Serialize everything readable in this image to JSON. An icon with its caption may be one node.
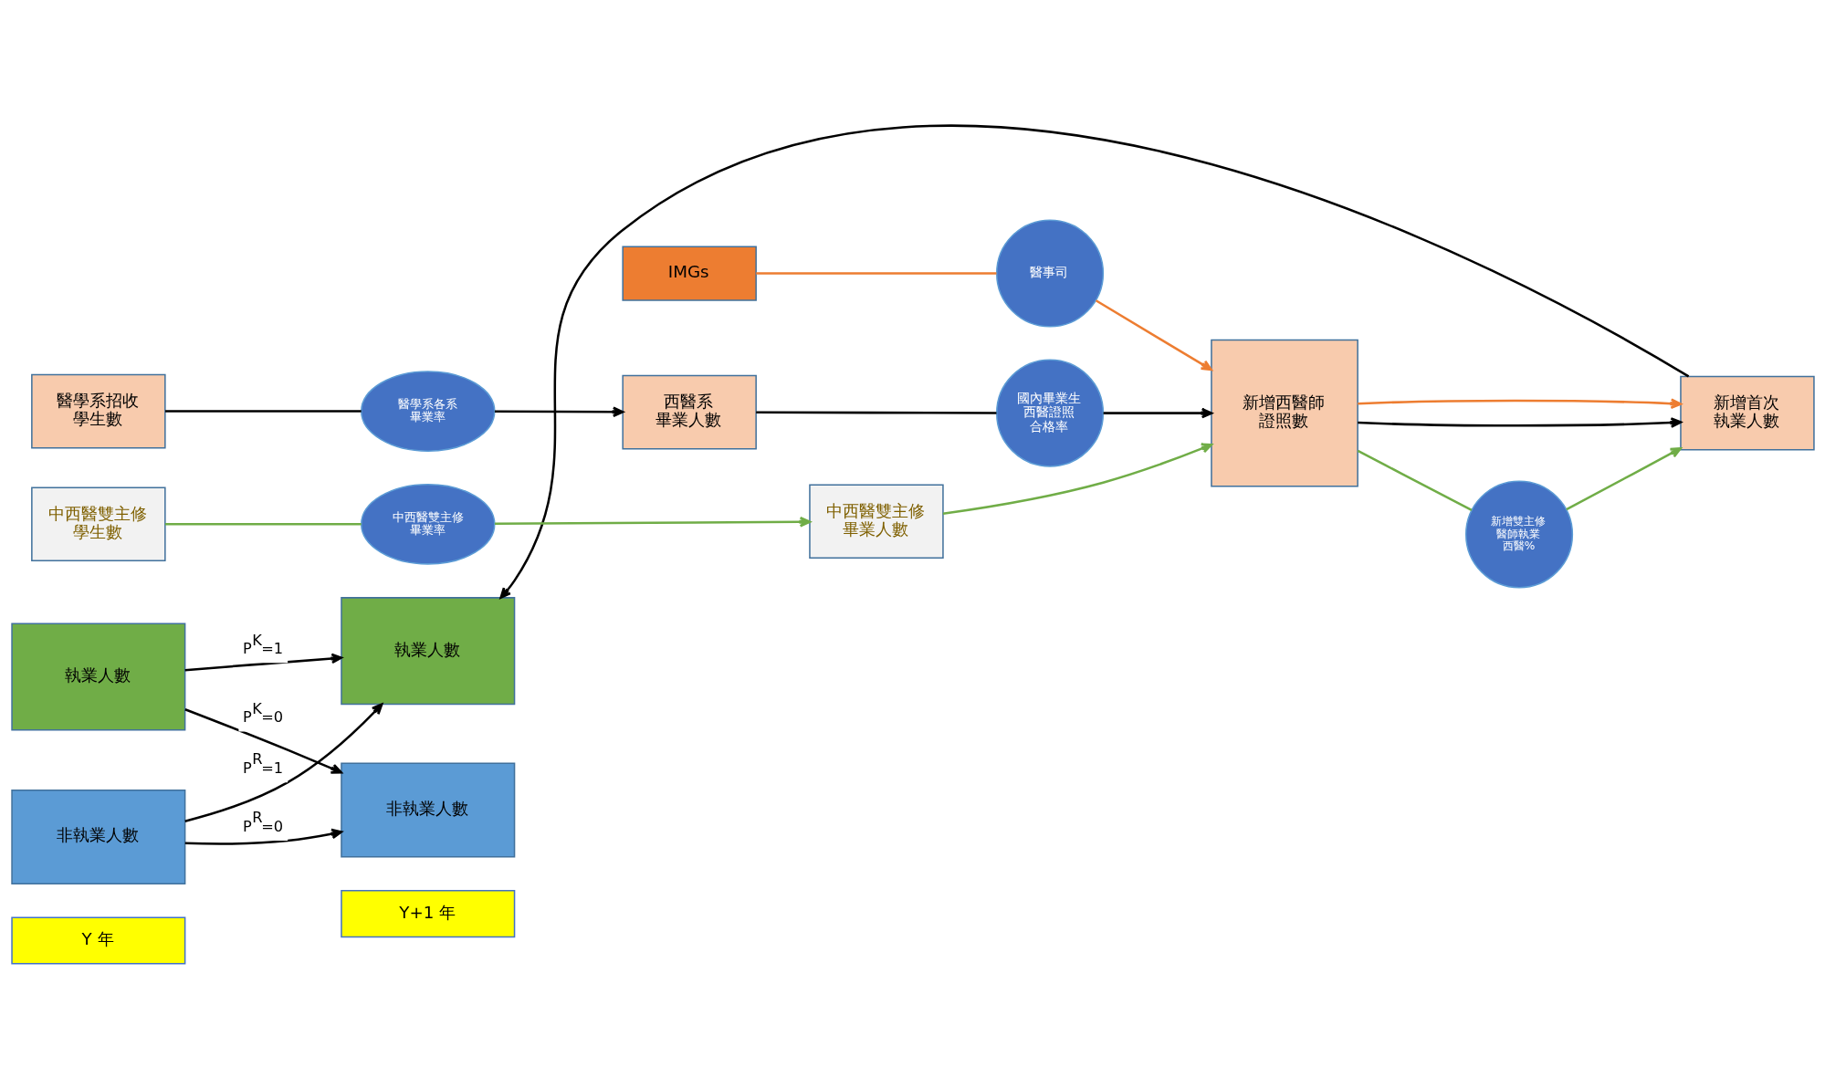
{
  "diagram": {
    "nodes": [
      {
        "text": [
          "Y 年"
        ]
      },
      {
        "text": [
          "Y+1 年"
        ]
      },
      {
        "text": [
          "執業人數"
        ]
      },
      {
        "text": [
          "執業人數"
        ]
      },
      {
        "text": [
          "非執業人數"
        ]
      },
      {
        "text": [
          "非執業人數"
        ]
      },
      {
        "text": [
          "醫學系招收學生數"
        ]
      },
      {
        "text": [
          "醫學系各系畢業率"
        ]
      },
      {
        "text": [
          "西醫系畢業人數"
        ]
      },
      {
        "text": [
          "國內畢業生西醫證照合格率"
        ]
      },
      {
        "text": [
          "新增西醫師證照數"
        ]
      },
      {
        "text": [
          "新增首次執業人數"
        ]
      },
      {
        "text": [
          "中西醫雙主修學生數"
        ]
      },
      {
        "text": [
          "中西醫雙主修畢業率"
        ]
      },
      {
        "text": [
          "中西醫雙主修畢業人數"
        ]
      },
      {
        "text": [
          "IMGs"
        ]
      },
      {
        "text": [
          "醫事司"
        ]
      },
      {
        "text": [
          "新增雙主修醫師執業西醫%"
        ]
      }
    ],
    "edges": [
      {
        "from": 2,
        "to": 3,
        "arrow": "to",
        "label": "P$^{K}$=1"
      },
      {
        "from": 2,
        "to": 5,
        "arrow": "to",
        "label": "P$^{K}$=0"
      },
      {
        "from": 4,
        "to": 3,
        "arrow": "to",
        "label": "P$^{R}$=1"
      },
      {
        "from": 4,
        "to": 5,
        "arrow": "to",
        "label": "P$^{R}$=0"
      },
      {
        "from": 6,
        "to": 7,
        "arrow": "none"
      },
      {
        "from": 7,
        "to": 8,
        "arrow": "to"
      },
      {
        "from": 8,
        "to": 9,
        "arrow": "none"
      },
      {
        "from": 9,
        "to": 10,
        "arrow": "to"
      },
      {
        "from": 12,
        "to": 13,
        "arrow": "none",
        "color": "#70ad47"
      },
      {
        "from": 13,
        "to": 14,
        "arrow": "to",
        "color": "#70ad47"
      },
      {
        "from": 14,
        "to": 10,
        "arrow": "to",
        "color": "#70ad47"
      },
      {
        "from": 15,
        "to": 16,
        "arrow": "none",
        "color": "#ed7d31"
      },
      {
        "from": 16,
        "to": 10,
        "arrow": "to",
        "color": "#ed7d31"
      },
      {
        "from": 10,
        "to": 11,
        "arrow": "to"
      },
      {
        "from": 10,
        "to": 11,
        "arrow": "to",
        "color": "#ed7d31"
      },
      {
        "from": 10,
        "to": 17,
        "arrow": "none",
        "color": "#70ad47"
      },
      {
        "from": 17,
        "to": 11,
        "arrow": "to",
        "color": "#70ad47"
      },
      {
        "from": 11,
        "to": 3,
        "arrow": "to"
      }
    ]
  }
}
